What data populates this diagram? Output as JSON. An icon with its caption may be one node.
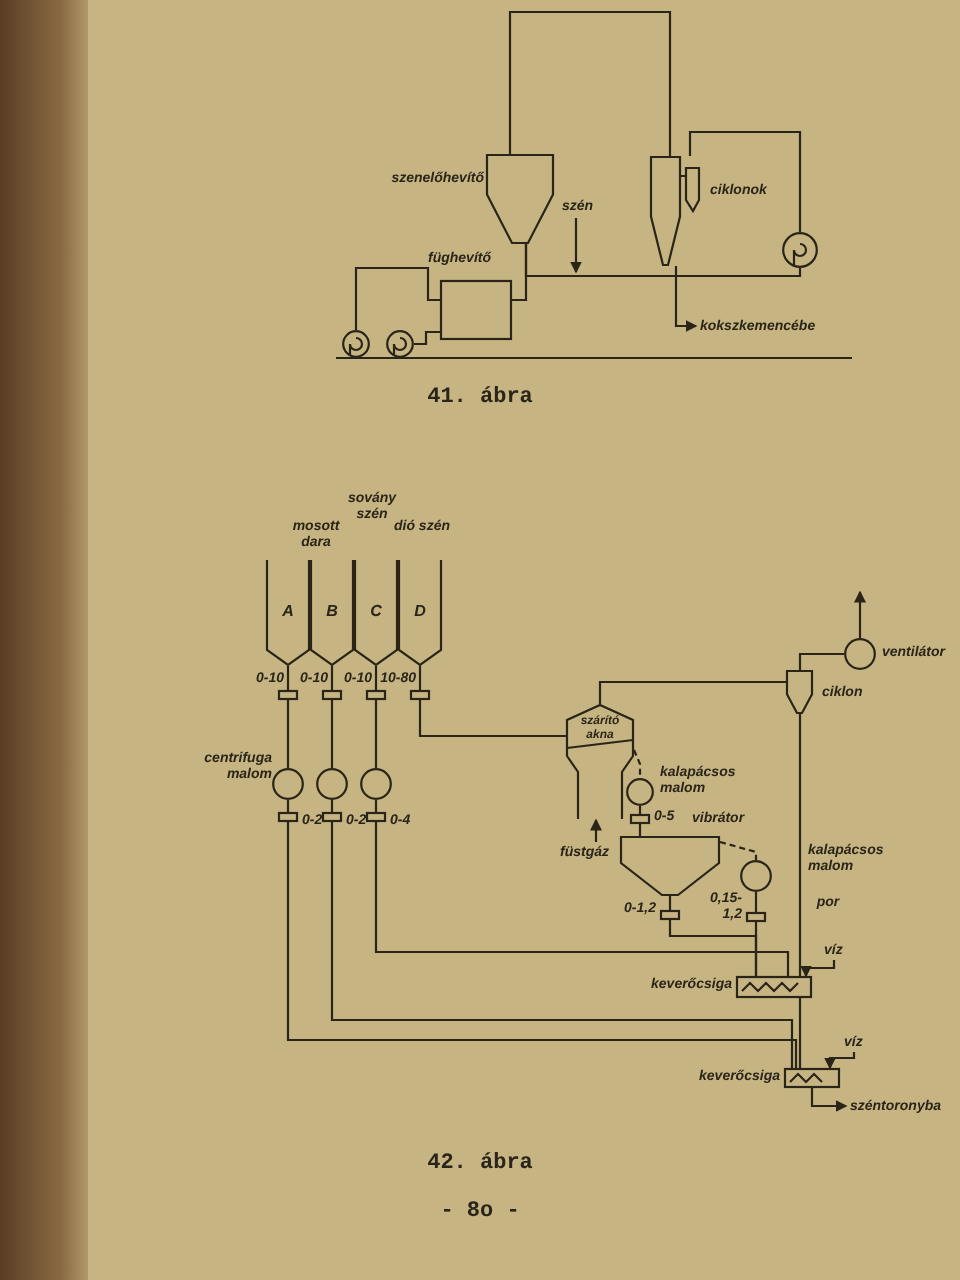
{
  "diagram": {
    "nodes": [
      {
        "text": [],
        "shape": "hopper",
        "beside": [
          "szenelőhevítő"
        ]
      },
      {
        "text": [],
        "shape": "box",
        "beside": [
          "füghevítő"
        ]
      },
      {
        "text": [],
        "shape": "circle"
      },
      {
        "text": [],
        "shape": "circle"
      },
      {
        "text": [],
        "shape": "cyclone",
        "beside": [
          "ciklonok"
        ]
      },
      {
        "text": [],
        "shape": "circle"
      },
      {
        "text": [
          "szén"
        ]
      },
      {
        "text": [
          "kokszkemencébe"
        ]
      },
      {
        "text": [
          "A"
        ]
      },
      {
        "text": [
          "B"
        ]
      },
      {
        "text": [
          "C"
        ]
      },
      {
        "text": [
          "D"
        ]
      },
      {
        "text": [],
        "shape": "box",
        "beside": [
          "0-10"
        ]
      },
      {
        "text": [],
        "shape": "box",
        "beside": [
          "0-10"
        ]
      },
      {
        "text": [],
        "shape": "box",
        "beside": [
          "0-10"
        ]
      },
      {
        "text": [],
        "shape": "box",
        "beside": [
          "10-80"
        ]
      },
      {
        "text": [],
        "shape": "circle",
        "beside": [
          "centrifuga malom"
        ]
      },
      {
        "text": [],
        "shape": "circle"
      },
      {
        "text": [],
        "shape": "circle"
      },
      {
        "text": [],
        "shape": "box",
        "beside": [
          "0-2"
        ]
      },
      {
        "text": [],
        "shape": "box",
        "beside": [
          "0-2"
        ]
      },
      {
        "text": [],
        "shape": "box",
        "beside": [
          "0-4"
        ]
      },
      {
        "text": [
          "szárító akna"
        ]
      },
      {
        "text": [
          "füstgáz"
        ]
      },
      {
        "text": [],
        "shape": "circle",
        "beside": [
          "kalapácsos malom"
        ]
      },
      {
        "text": [],
        "shape": "box",
        "beside": [
          "0-5"
        ]
      },
      {
        "text": [],
        "shape": "hopper",
        "beside": [
          "vibrátor"
        ]
      },
      {
        "text": [],
        "shape": "box",
        "beside": [
          "0-1,2"
        ]
      },
      {
        "text": [],
        "shape": "circle",
        "beside": [
          "kalapácsos malom"
        ]
      },
      {
        "text": [],
        "shape": "box",
        "beside": [
          "0,15-1,2"
        ]
      },
      {
        "text": [],
        "shape": "cyclone",
        "beside": [
          "ciklon"
        ]
      },
      {
        "text": [],
        "shape": "circle",
        "beside": [
          "ventilátor"
        ]
      },
      {
        "text": [],
        "shape": "box",
        "beside": [
          "keverőcsiga"
        ]
      },
      {
        "text": [],
        "shape": "box",
        "beside": [
          "keverőcsiga"
        ]
      },
      {
        "text": [
          "víz"
        ]
      },
      {
        "text": [
          "víz"
        ]
      },
      {
        "text": [
          "széntoronyba"
        ]
      }
    ],
    "edges": [
      {
        "from": 2,
        "to": 1,
        "arrow": "none"
      },
      {
        "from": 3,
        "to": 1,
        "arrow": "none"
      },
      {
        "from": 1,
        "to": 0,
        "arrow": "none"
      },
      {
        "from": 0,
        "to": 4,
        "arrow": "none"
      },
      {
        "from": 4,
        "to": 5,
        "arrow": "none"
      },
      {
        "from": 5,
        "to": 0,
        "arrow": "none"
      },
      {
        "from": 6,
        "to": null,
        "arrow": "to"
      },
      {
        "from": 4,
        "to": 7,
        "arrow": "to"
      },
      {
        "from": 8,
        "to": 12,
        "arrow": "none"
      },
      {
        "from": 9,
        "to": 13,
        "arrow": "none"
      },
      {
        "from": 10,
        "to": 14,
        "arrow": "none"
      },
      {
        "from": 11,
        "to": 15,
        "arrow": "none"
      },
      {
        "from": 12,
        "to": 16,
        "arrow": "none"
      },
      {
        "from": 13,
        "to": 17,
        "arrow": "none"
      },
      {
        "from": 14,
        "to": 18,
        "arrow": "none"
      },
      {
        "from": 16,
        "to": 19,
        "arrow": "none"
      },
      {
        "from": 17,
        "to": 20,
        "arrow": "none"
      },
      {
        "from": 18,
        "to": 21,
        "arrow": "none"
      },
      {
        "from": 15,
        "to": 22,
        "arrow": "none"
      },
      {
        "from": 23,
        "to": 22,
        "arrow": "to"
      },
      {
        "from": 22,
        "to": 24,
        "arrow": "none",
        "style": "dashed"
      },
      {
        "from": 24,
        "to": 25,
        "arrow": "none"
      },
      {
        "from": 25,
        "to": 26,
        "arrow": "none"
      },
      {
        "from": 26,
        "to": 27,
        "arrow": "none"
      },
      {
        "from": 26,
        "to": 28,
        "arrow": "none",
        "style": "dashed"
      },
      {
        "from": 28,
        "to": 29,
        "arrow": "none"
      },
      {
        "from": 22,
        "to": 30,
        "arrow": "none"
      },
      {
        "from": 30,
        "to": 31,
        "arrow": "none"
      },
      {
        "from": 31,
        "to": null,
        "arrow": "to"
      },
      {
        "from": 30,
        "to": 32,
        "arrow": "none"
      },
      {
        "from": 27,
        "to": 32,
        "arrow": "none"
      },
      {
        "from": 29,
        "to": 32,
        "arrow": "none"
      },
      {
        "from": 21,
        "to": 32,
        "arrow": "none"
      },
      {
        "from": 19,
        "to": 33,
        "arrow": "none"
      },
      {
        "from": 20,
        "to": 33,
        "arrow": "none"
      },
      {
        "from": 32,
        "to": 33,
        "arrow": "none"
      },
      {
        "from": 34,
        "to": 32,
        "arrow": "to"
      },
      {
        "from": 35,
        "to": 33,
        "arrow": "to"
      },
      {
        "from": 33,
        "to": 36,
        "arrow": "to"
      }
    ],
    "labels": [
      "41. ábra",
      "mosott dara",
      "sovány szén",
      "dió szén",
      "por",
      "42. ábra",
      "- 8o -"
    ]
  }
}
